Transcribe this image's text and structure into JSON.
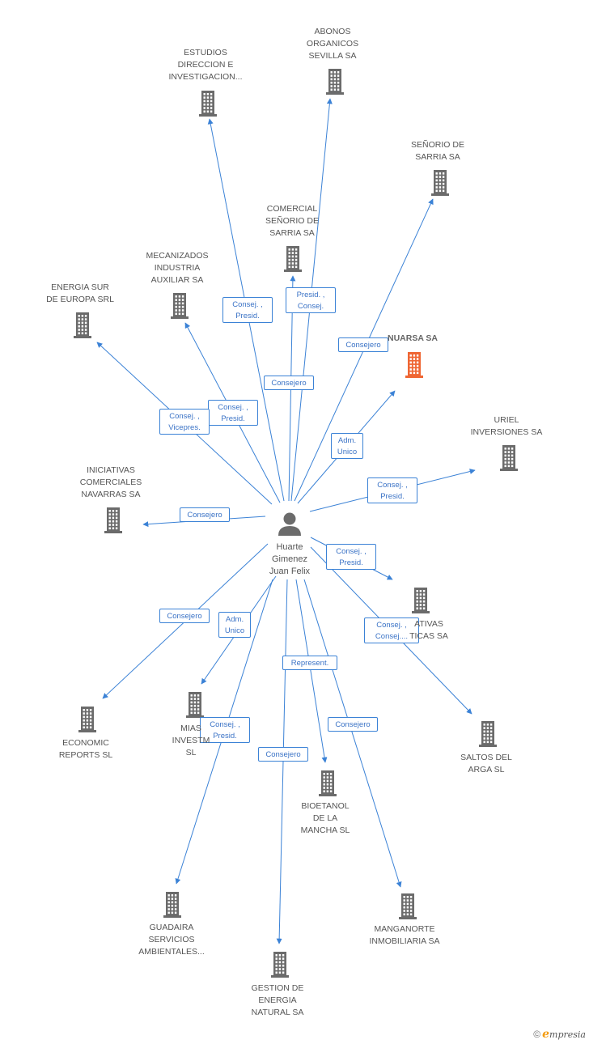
{
  "diagram": {
    "center": {
      "name": "Huarte\nGimenez\nJuan Felix"
    },
    "companies": [
      {
        "id": "estudios",
        "name": "ESTUDIOS\nDIRECCION E\nINVESTIGACION...",
        "highlight": false
      },
      {
        "id": "abonos",
        "name": "ABONOS\nORGANICOS\nSEVILLA SA",
        "highlight": false
      },
      {
        "id": "senorio",
        "name": "SEÑORIO DE\nSARRIA SA",
        "highlight": false
      },
      {
        "id": "comercial",
        "name": "COMERCIAL\nSEÑORIO DE\nSARRIA SA",
        "highlight": false
      },
      {
        "id": "mecanizados",
        "name": "MECANIZADOS\nINDUSTRIA\nAUXILIAR SA",
        "highlight": false
      },
      {
        "id": "energia",
        "name": "ENERGIA SUR\nDE EUROPA SRL",
        "highlight": false
      },
      {
        "id": "nuarsa",
        "name": "NUARSA SA",
        "highlight": true
      },
      {
        "id": "uriel",
        "name": "URIEL\nINVERSIONES SA",
        "highlight": false
      },
      {
        "id": "iniciativas",
        "name": "INICIATIVAS\nCOMERCIALES\nNAVARRAS SA",
        "highlight": false
      },
      {
        "id": "ativas",
        "name": "ATIVAS\nTICAS SA",
        "highlight": false
      },
      {
        "id": "economic",
        "name": "ECONOMIC\nREPORTS SL",
        "highlight": false
      },
      {
        "id": "mias",
        "name": "MIAS\nINVESTM\nSL",
        "highlight": false
      },
      {
        "id": "saltos",
        "name": "SALTOS DEL\nARGA SL",
        "highlight": false
      },
      {
        "id": "bioetanol",
        "name": "BIOETANOL\nDE LA\nMANCHA SL",
        "highlight": false
      },
      {
        "id": "guadaira",
        "name": "GUADAIRA\nSERVICIOS\nAMBIENTALES...",
        "highlight": false
      },
      {
        "id": "manganorte",
        "name": "MANGANORTE\nINMOBILIARIA SA",
        "highlight": false
      },
      {
        "id": "gestion",
        "name": "GESTION DE\nENERGIA\nNATURAL SA",
        "highlight": false
      }
    ],
    "relations": [
      {
        "to": "estudios",
        "label": "Consej. ,\nPresid."
      },
      {
        "to": "comercial",
        "label": "Consejero"
      },
      {
        "to": "abonos",
        "label": "Presid. ,\nConsej."
      },
      {
        "to": "senorio",
        "label": "Consejero"
      },
      {
        "to": "mecanizados",
        "label": "Consej. ,\nPresid."
      },
      {
        "to": "energia",
        "label": "Consej. ,\nVicepres."
      },
      {
        "to": "nuarsa",
        "label": "Adm.\nUnico"
      },
      {
        "to": "uriel",
        "label": "Consej. ,\nPresid."
      },
      {
        "to": "iniciativas",
        "label": "Consejero"
      },
      {
        "to": "ativas",
        "label": "Consej. ,\nPresid."
      },
      {
        "to": "saltos",
        "label": "Consej. ,\nConsej...."
      },
      {
        "to": "economic",
        "label": "Consejero"
      },
      {
        "to": "mias",
        "label": "Adm.\nUnico"
      },
      {
        "to": "guadaira",
        "label": "Consej. ,\nPresid."
      },
      {
        "to": "bioetanol",
        "label": "Represent."
      },
      {
        "to": "gestion",
        "label": "Consejero"
      },
      {
        "to": "manganorte",
        "label": "Consejero"
      }
    ]
  },
  "colors": {
    "edge": "#3b82d6",
    "building": "#6b6b6b",
    "highlight": "#ef6633"
  },
  "brand": {
    "copyright": "©",
    "first_letter": "e",
    "rest": "mpresia"
  }
}
